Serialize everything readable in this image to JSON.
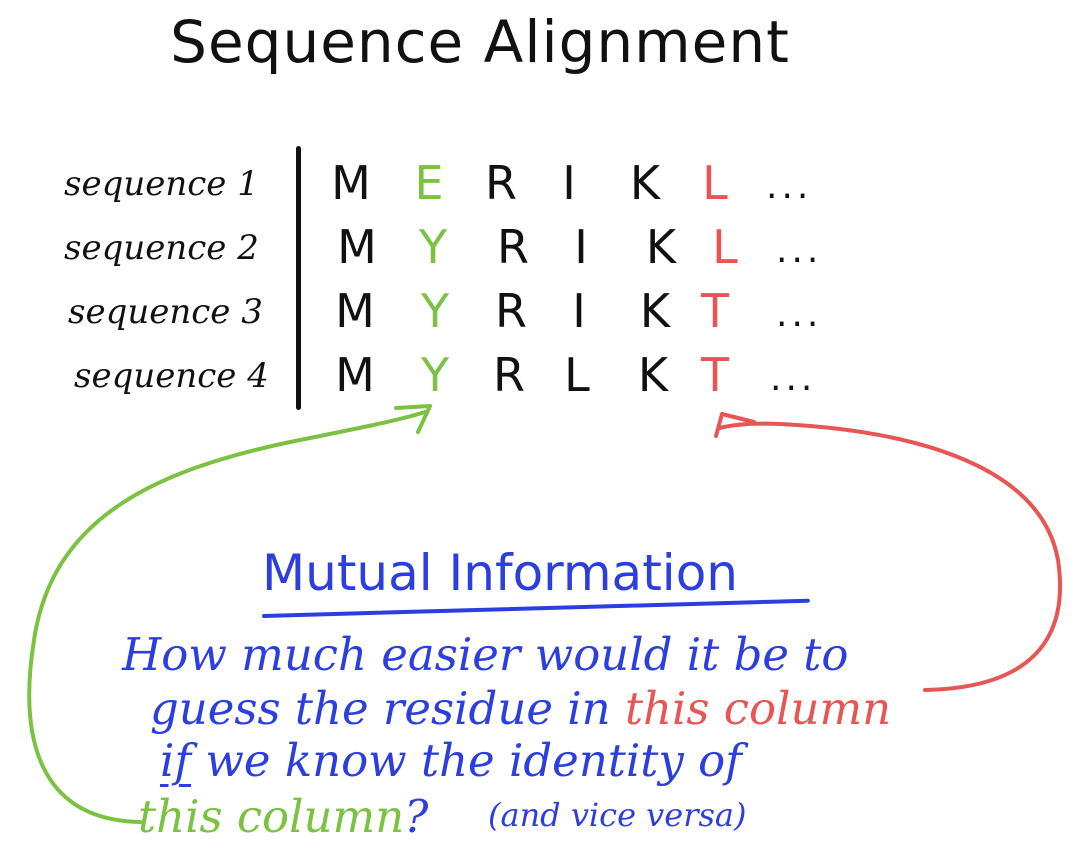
{
  "title": "Sequence Alignment",
  "sequences": [
    {
      "label": "sequence 1",
      "residues": [
        "M",
        "E",
        "R",
        "I",
        "K",
        "L"
      ]
    },
    {
      "label": "sequence 2",
      "residues": [
        "M",
        "Y",
        "R",
        "I",
        "K",
        "L"
      ]
    },
    {
      "label": "sequence 3",
      "residues": [
        "M",
        "Y",
        "R",
        "I",
        "K",
        "T"
      ]
    },
    {
      "label": "sequence 4",
      "residues": [
        "M",
        "Y",
        "R",
        "L",
        "K",
        "T"
      ]
    }
  ],
  "ellipsis": "...",
  "mutual_information": {
    "heading": "Mutual Information",
    "line1": "How much easier would it be to",
    "line2_prefix": "guess the residue in ",
    "line2_highlight": "this column",
    "line3_if": "if",
    "line3_rest": " we know the identity of",
    "line4_highlight": "this column",
    "line4_suffix": "?",
    "note": "(and vice versa)"
  },
  "colors": {
    "ink": "#111111",
    "blue": "#2c3ee0",
    "green": "#7cc242",
    "red": "#e85555"
  }
}
